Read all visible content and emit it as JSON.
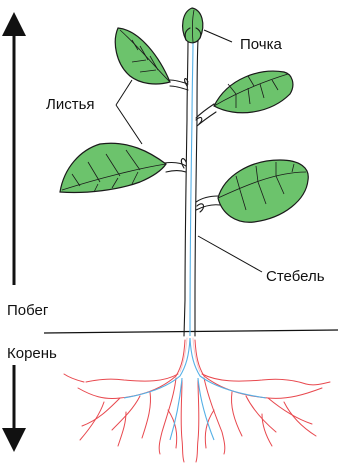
{
  "labels": {
    "bud": "Почка",
    "leaves": "Листья",
    "stem": "Стебель",
    "shoot": "Побег",
    "root": "Корень"
  },
  "colors": {
    "leaf_fill": "#6cc36c",
    "outline": "#1a1a1a",
    "root_lines": "#e8484e",
    "vascular_tissue": "#55b0e6",
    "background": "#ffffff",
    "text": "#111111"
  }
}
